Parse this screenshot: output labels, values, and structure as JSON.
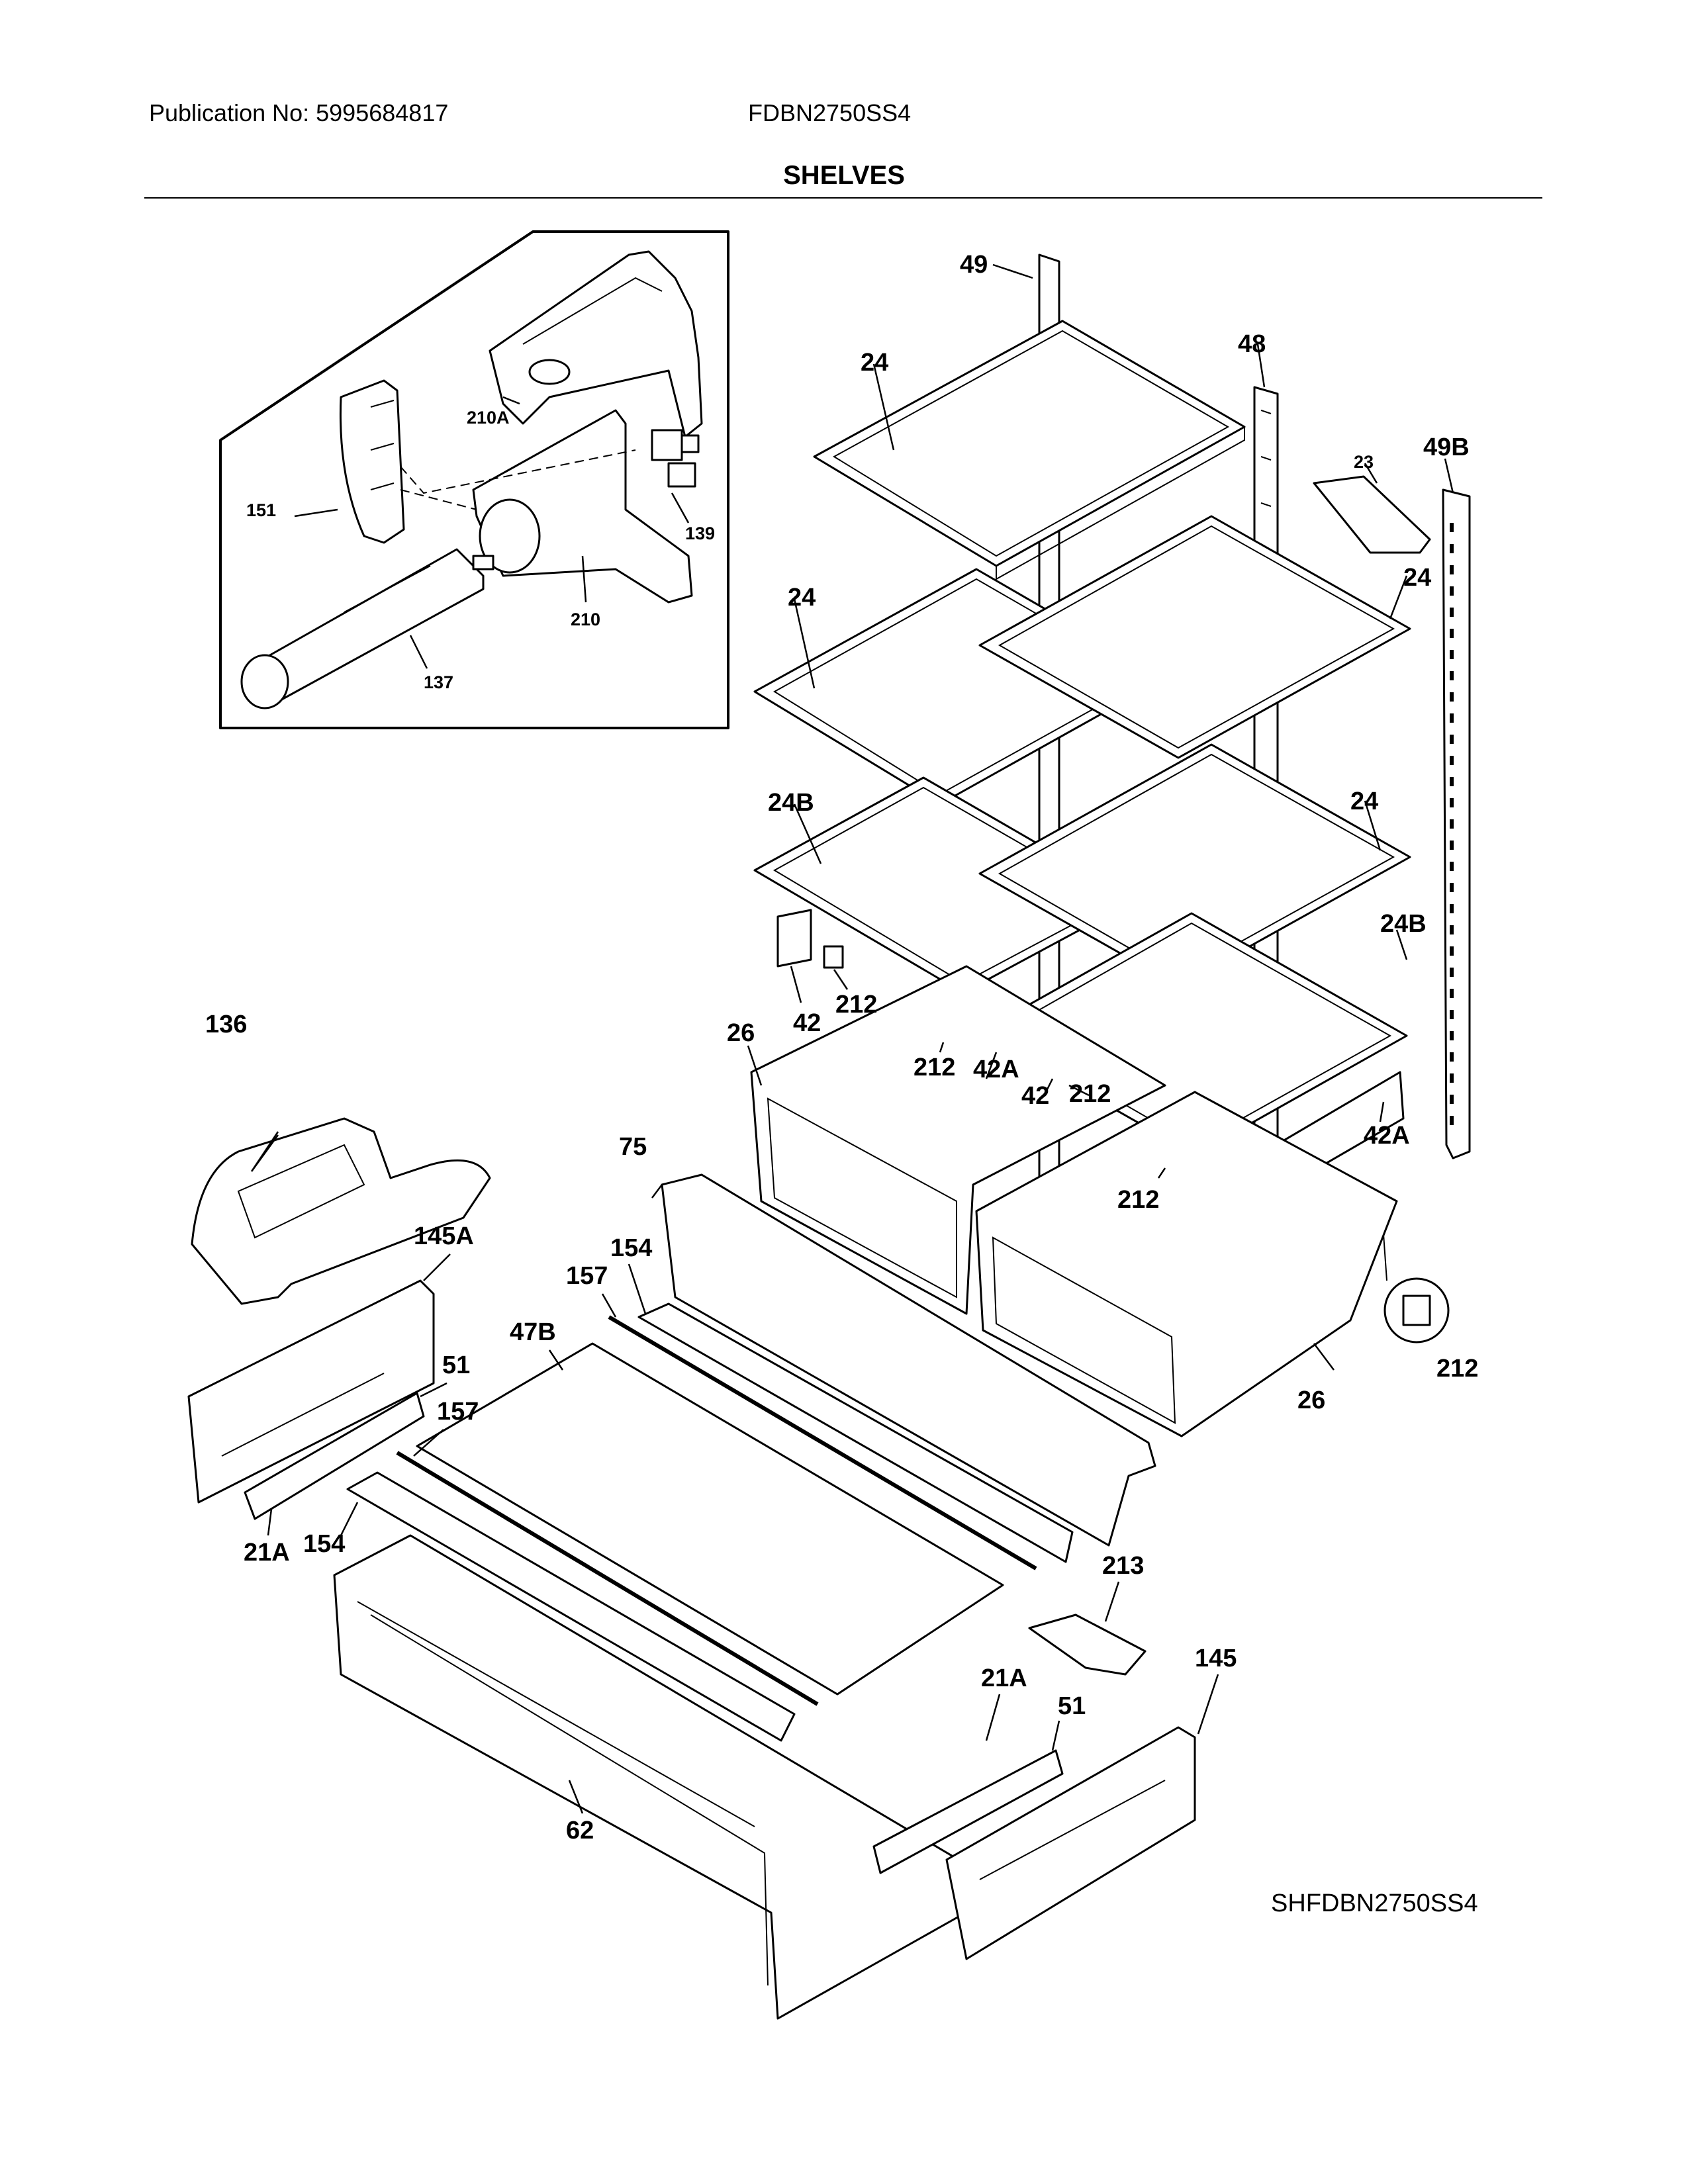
{
  "header": {
    "publication": "Publication No: 5995684817",
    "model": "FDBN2750SS4"
  },
  "title": "SHELVES",
  "drawing_code": "SHFDBN2750SS4",
  "labels": {
    "l49": "49",
    "l48": "48",
    "l24a": "24",
    "l23": "23",
    "l49b": "49B",
    "l24b": "24",
    "l24c": "24",
    "l24d": "24",
    "l24b1": "24B",
    "l24b2": "24B",
    "l42a": "42",
    "l212a": "212",
    "l26a": "26",
    "l212b": "212",
    "l42aa": "42A",
    "l42b": "42",
    "l212c": "212",
    "l42ab": "42A",
    "l212d": "212",
    "l136": "136",
    "l75": "75",
    "l154a": "154",
    "l157a": "157",
    "l47b": "47B",
    "l145a": "145A",
    "l51a": "51",
    "l157b": "157",
    "l212e": "212",
    "l26b": "26",
    "l21a1": "21A",
    "l154b": "154",
    "l213": "213",
    "l145": "145",
    "l21a2": "21A",
    "l51b": "51",
    "l62": "62",
    "l210a": "210A",
    "l151": "151",
    "l139": "139",
    "l210": "210",
    "l137": "137"
  }
}
